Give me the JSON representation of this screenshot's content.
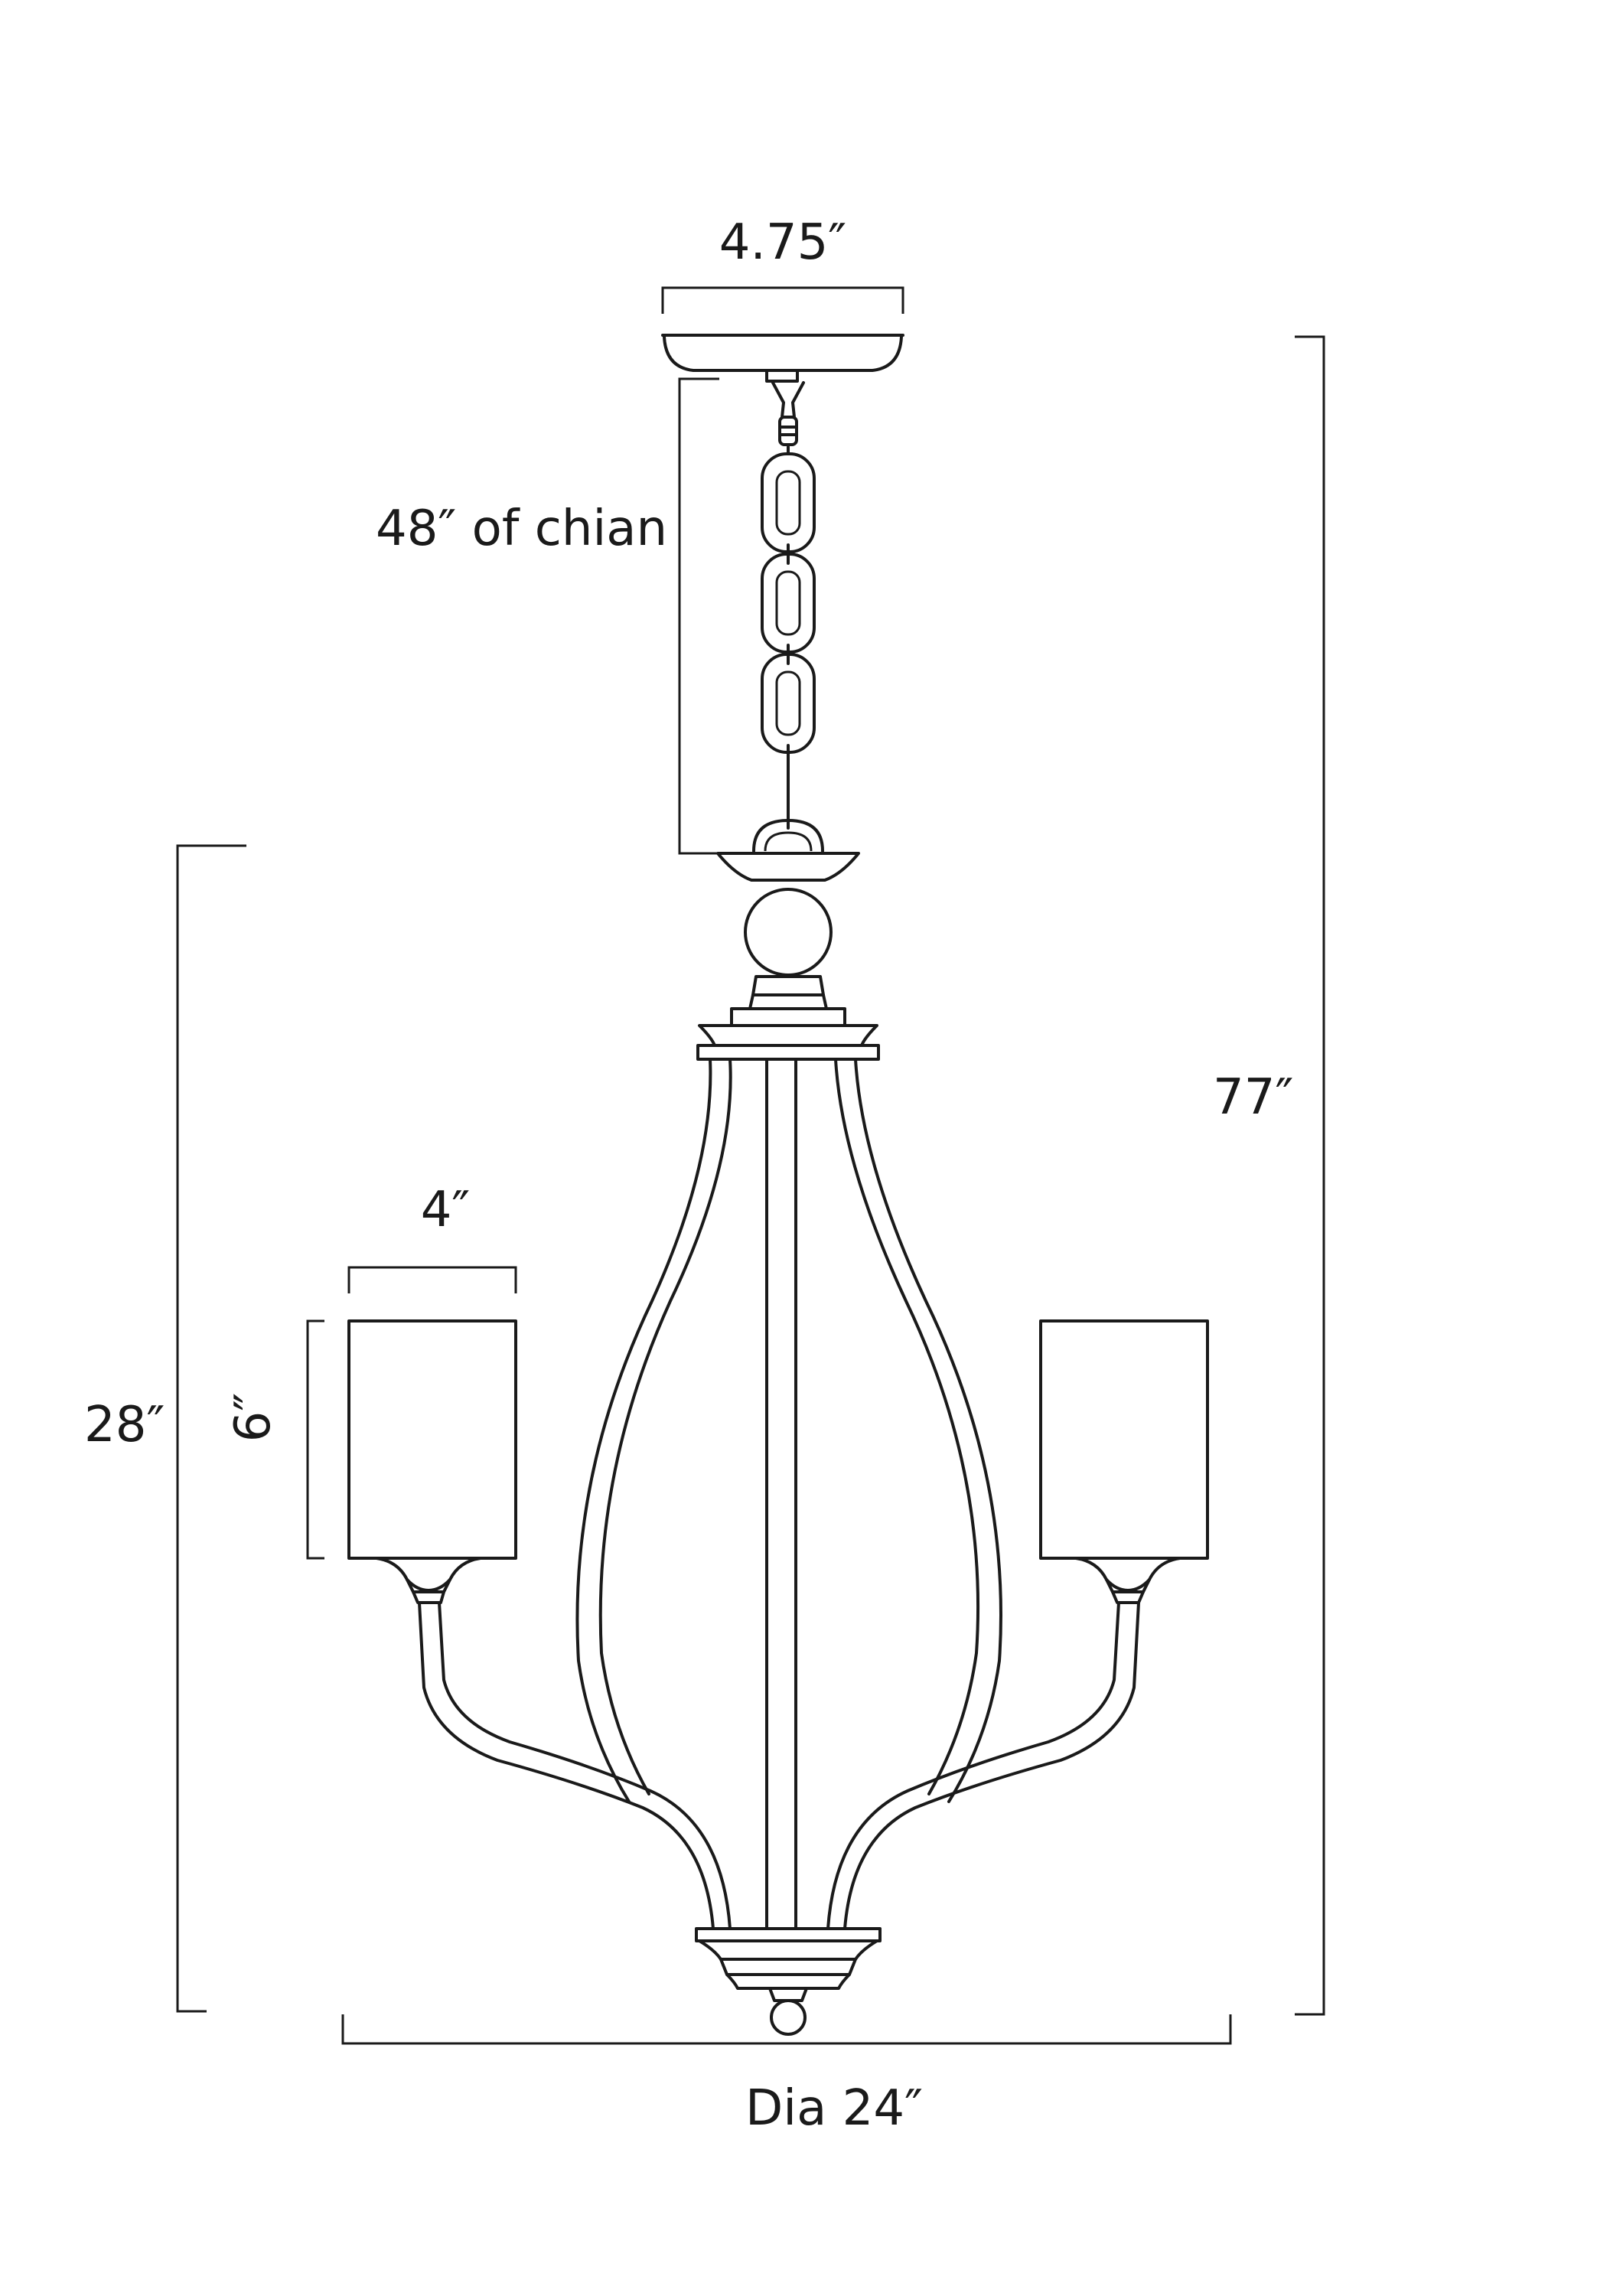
{
  "dimensions": {
    "canopy_width": "4.75″",
    "chain_length": "48″  of chian",
    "overall_height": "77″",
    "fixture_height": "28″",
    "shade_width": "4″",
    "shade_height": "6″",
    "diameter": "Dia  24″"
  },
  "colors": {
    "line": "#1a1a1a",
    "background": "#ffffff"
  }
}
